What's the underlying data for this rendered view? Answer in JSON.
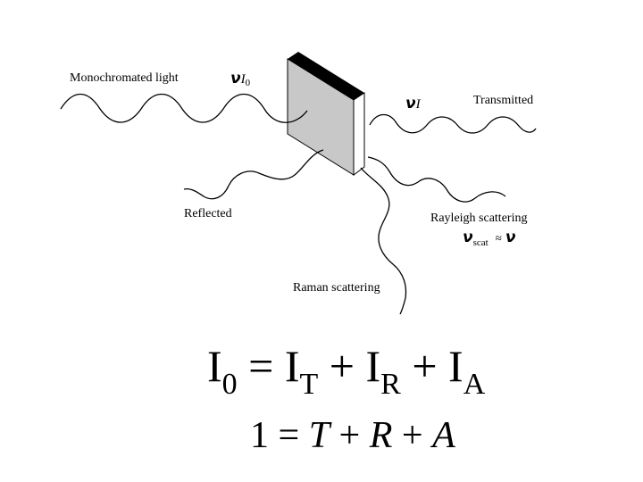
{
  "labels": {
    "incident": "Monochromated light",
    "transmitted": "Transmitted",
    "reflected": "Reflected",
    "rayleigh": "Rayleigh scattering",
    "raman": "Raman scattering"
  },
  "symbols": {
    "incident_nu": "ν",
    "incident_I": "I",
    "incident_sub": "0",
    "transmitted_nu": "ν",
    "transmitted_I": "I",
    "rayleigh_nu": "ν",
    "rayleigh_sub": "scat",
    "rayleigh_approx": "≈",
    "rayleigh_nu2": "ν"
  },
  "equation1": {
    "lhs": "I",
    "lhs_sub": "0",
    "eq": " = ",
    "t1": "I",
    "t1_sub": "T",
    "plus1": " + ",
    "t2": "I",
    "t2_sub": "R",
    "plus2": " + ",
    "t3": "I",
    "t3_sub": "A"
  },
  "equation2": {
    "lhs": "1",
    "eq": " = ",
    "t1": "T",
    "plus1": " + ",
    "t2": "R",
    "plus2": " + ",
    "t3": "A"
  }
}
